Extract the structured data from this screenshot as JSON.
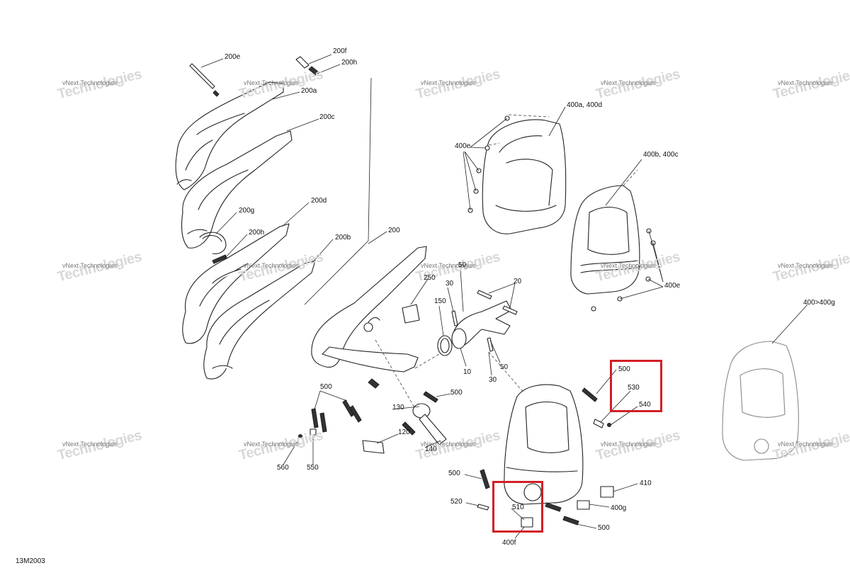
{
  "watermark": {
    "line1": "vNext",
    "line2": "Technologies",
    "caption": "vNext Technologies"
  },
  "figure_code": "13M2003",
  "highlight_color": "#d21f26",
  "callouts": {
    "c200e": "200e",
    "c200f": "200f",
    "c200h_top": "200h",
    "c200a": "200a",
    "c200c": "200c",
    "c200g": "200g",
    "c200d": "200d",
    "c200h_mid": "200h",
    "c200b": "200b",
    "c200": "200",
    "c400ad": "400a, 400d",
    "c400e_top": "400e",
    "c400bc": "400b, 400c",
    "c400e_right": "400e",
    "c400g_full": "400>400g",
    "c250": "250",
    "c50_top": "50",
    "c30_left": "30",
    "c150": "150",
    "c20": "20",
    "c10": "10",
    "c50_bottom": "50",
    "c30_bottom": "30",
    "c500_left": "500",
    "c500_mid": "500",
    "c130": "130",
    "c120": "120",
    "c140": "140",
    "c560": "560",
    "c550": "550",
    "c500_box": "500",
    "c530": "530",
    "c540": "540",
    "c500_low": "500",
    "c520": "520",
    "c510": "510",
    "c400f": "400f",
    "c410": "410",
    "c400g": "400g",
    "c500_right": "500"
  }
}
